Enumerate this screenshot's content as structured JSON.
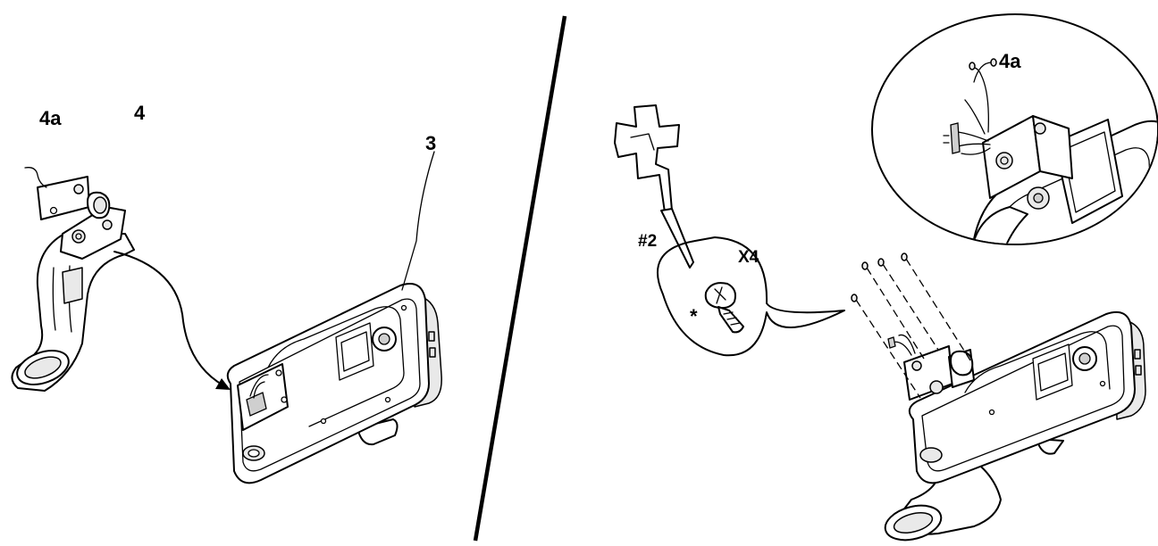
{
  "labels": {
    "left_wire": "4a",
    "left_bracket": "4",
    "console": "3",
    "zoom_wire": "4a",
    "screwdriver_size": "#2",
    "screw_quantity": "X4",
    "screw_note": "*"
  },
  "colors": {
    "line": "#000000",
    "background": "#ffffff",
    "shade": "#e9e9e9"
  }
}
